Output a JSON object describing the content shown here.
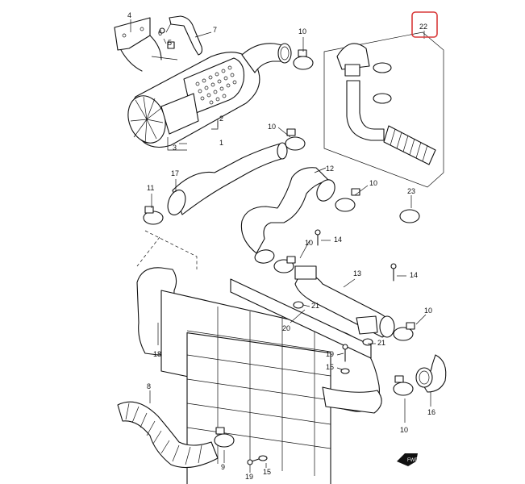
{
  "diagram": {
    "labels": {
      "p1": "1",
      "p2": "2",
      "p3": "3",
      "p4": "4",
      "p5": "5",
      "p6": "6",
      "p7": "7",
      "p8": "8",
      "p9": "9",
      "p10a": "10",
      "p10b": "10",
      "p10c": "10",
      "p10d": "10",
      "p10e": "10",
      "p10f": "10",
      "p11": "11",
      "p12": "12",
      "p13": "13",
      "p14a": "14",
      "p14b": "14",
      "p15a": "15",
      "p15b": "15",
      "p16": "16",
      "p17": "17",
      "p18": "18",
      "p19a": "19",
      "p19b": "19",
      "p20": "20",
      "p21a": "21",
      "p21b": "21",
      "p22": "22",
      "p23": "23",
      "fwd": "FWD"
    },
    "highlight_color": "#d93a3a"
  }
}
